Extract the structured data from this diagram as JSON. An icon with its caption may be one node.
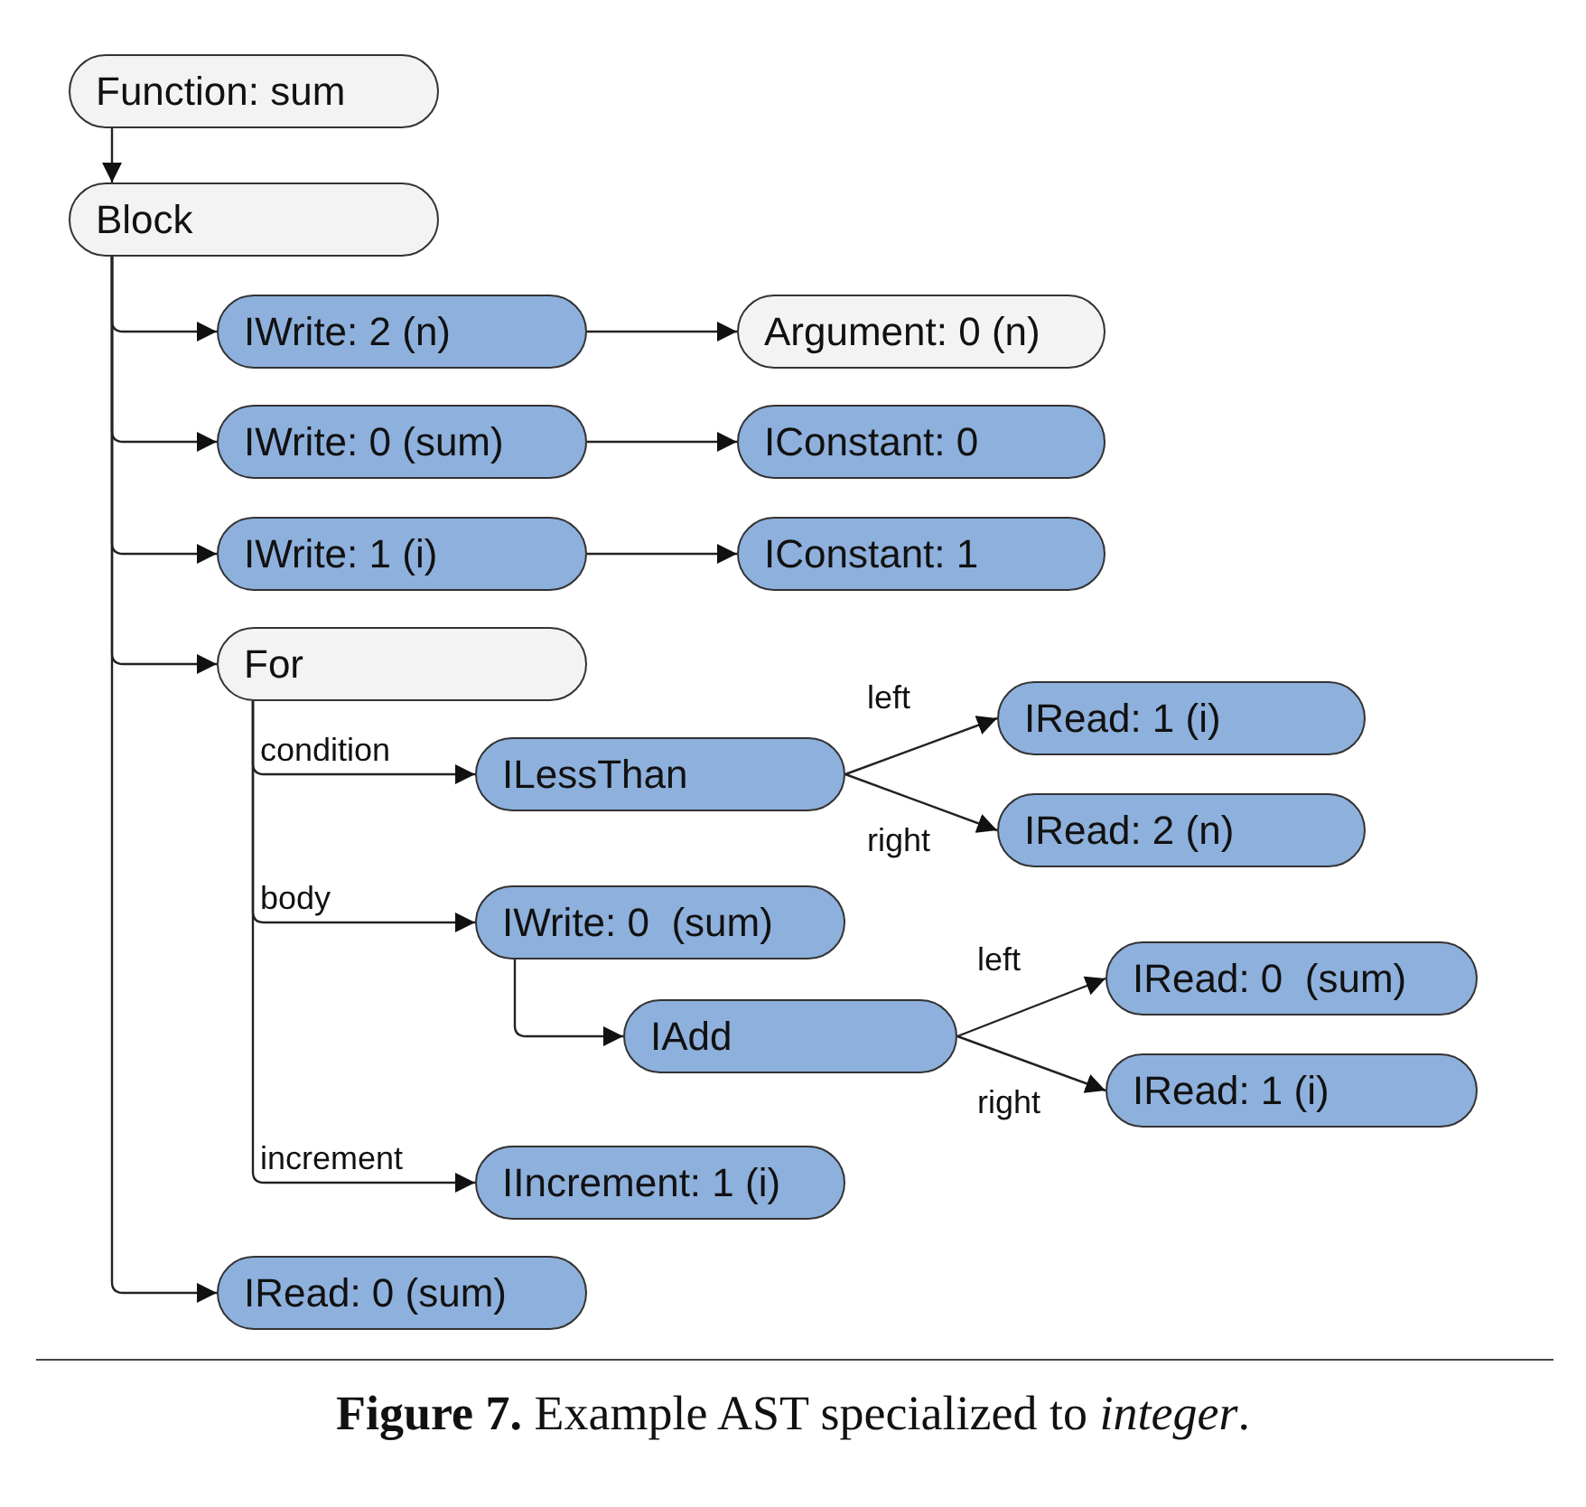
{
  "diagram": {
    "caption": "**Figure 7.** Example AST specialized to *integer*.",
    "nodes": [
      {
        "text": [
          "Function: sum"
        ]
      },
      {
        "text": [
          "Block"
        ]
      },
      {
        "text": [
          "IWrite: 2 (n)"
        ]
      },
      {
        "text": [
          "Argument: 0 (n)"
        ]
      },
      {
        "text": [
          "IWrite: 0 (sum)"
        ]
      },
      {
        "text": [
          "IConstant: 0"
        ]
      },
      {
        "text": [
          "IWrite: 1 (i)"
        ]
      },
      {
        "text": [
          "IConstant: 1"
        ]
      },
      {
        "text": [
          "For"
        ]
      },
      {
        "text": [
          "ILessThan"
        ]
      },
      {
        "text": [
          "IRead: 1 (i)"
        ]
      },
      {
        "text": [
          "IRead: 2 (n)"
        ]
      },
      {
        "text": [
          "IWrite: 0  (sum)"
        ]
      },
      {
        "text": [
          "IAdd"
        ]
      },
      {
        "text": [
          "IRead: 0  (sum)"
        ]
      },
      {
        "text": [
          "IRead: 1 (i)"
        ]
      },
      {
        "text": [
          "IIncrement: 1 (i)"
        ]
      },
      {
        "text": [
          "IRead: 0 (sum)"
        ]
      }
    ],
    "edges": [
      {
        "from": 0,
        "to": 1,
        "arrow": "to"
      },
      {
        "from": 1,
        "to": 2,
        "arrow": "to"
      },
      {
        "from": 1,
        "to": 4,
        "arrow": "to"
      },
      {
        "from": 1,
        "to": 6,
        "arrow": "to"
      },
      {
        "from": 1,
        "to": 8,
        "arrow": "to"
      },
      {
        "from": 1,
        "to": 17,
        "arrow": "to"
      },
      {
        "from": 2,
        "to": 3,
        "arrow": "to"
      },
      {
        "from": 4,
        "to": 5,
        "arrow": "to"
      },
      {
        "from": 6,
        "to": 7,
        "arrow": "to"
      },
      {
        "from": 8,
        "to": 9,
        "arrow": "to",
        "label": "condition"
      },
      {
        "from": 8,
        "to": 12,
        "arrow": "to",
        "label": "body"
      },
      {
        "from": 8,
        "to": 16,
        "arrow": "to",
        "label": "increment"
      },
      {
        "from": 9,
        "to": 10,
        "arrow": "to",
        "label": "left"
      },
      {
        "from": 9,
        "to": 11,
        "arrow": "to",
        "label": "right"
      },
      {
        "from": 12,
        "to": 13,
        "arrow": "to"
      },
      {
        "from": 13,
        "to": 14,
        "arrow": "to",
        "label": "left"
      },
      {
        "from": 13,
        "to": 15,
        "arrow": "to",
        "label": "right"
      }
    ]
  }
}
